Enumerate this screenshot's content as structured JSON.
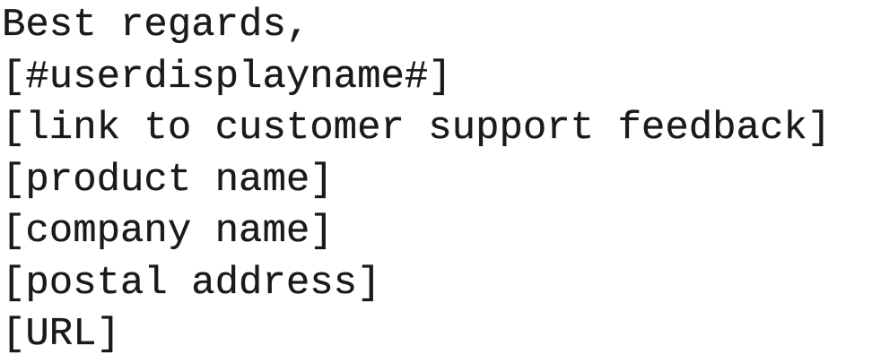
{
  "signature": {
    "lines": [
      "Best regards,",
      "[#userdisplayname#]",
      "[link to customer support feedback]",
      "[product name]",
      "[company name]",
      "[postal address]",
      "[URL]"
    ]
  }
}
